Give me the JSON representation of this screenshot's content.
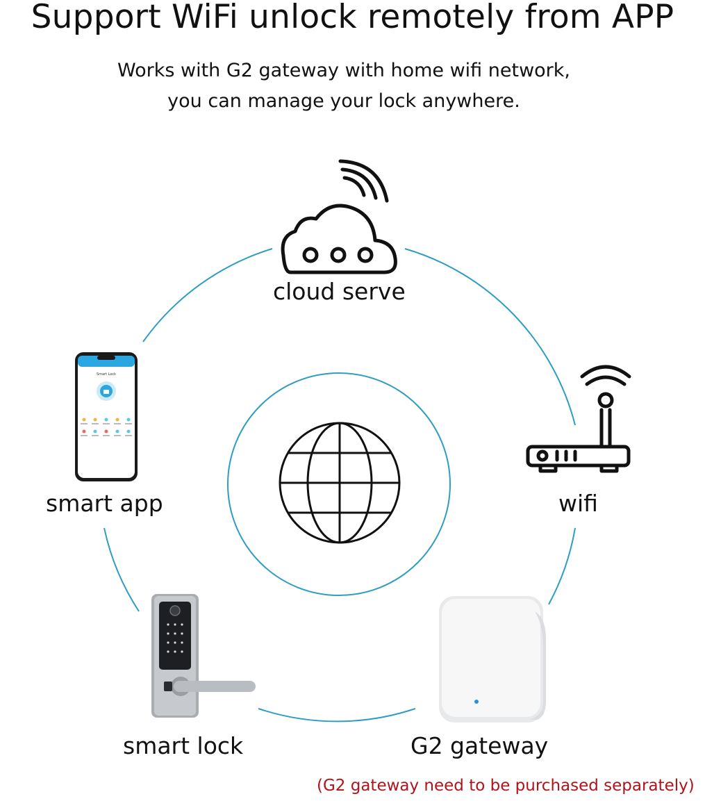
{
  "header": {
    "title": "Support WiFi unlock remotely from APP",
    "subtitle_line1": "Works with G2 gateway with home wifi network,",
    "subtitle_line2": "you can manage your lock anywhere."
  },
  "nodes": {
    "cloud": "cloud serve",
    "app": "smart app",
    "wifi": "wifi",
    "lock": "smart lock",
    "gateway": "G2 gateway"
  },
  "note": "(G2 gateway need to be purchased separately)",
  "phone_screen": {
    "title": "Smart Lock"
  },
  "colors": {
    "ring": "#2f9cc3",
    "note": "#b0141b",
    "icon_stroke": "#111111",
    "phone_header": "#2aa7e0"
  }
}
